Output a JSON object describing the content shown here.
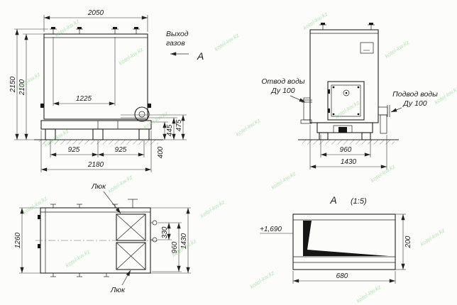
{
  "watermark": {
    "text": "kotel-kw.kz"
  },
  "front_view": {
    "dim_width_top": "2050",
    "dim_height_total": "2150",
    "dim_height_body": "2100",
    "dim_fitting_spacing": "1225",
    "dim_foot_left": "925",
    "dim_foot_right": "925",
    "dim_width_base": "2180",
    "dim_base_height": "400",
    "dim_level_mid": "445",
    "dim_level_top": "475",
    "gas_outlet_line1": "Выход",
    "gas_outlet_line2": "газов",
    "view_arrow_label": "А"
  },
  "side_view": {
    "water_outlet_line1": "Отвод воды",
    "water_outlet_line2": "Ду 100",
    "water_supply_line1": "Подвод воды",
    "water_supply_line2": "Ду 100",
    "dim_base_width": "960",
    "dim_depth": "1430"
  },
  "top_view": {
    "hatch_label_top": "Люк",
    "hatch_label_bottom": "Люк",
    "dim_width": "1260",
    "dim_stub_spacing": "330",
    "dim_inner": "960",
    "dim_depth": "1430"
  },
  "detail_view": {
    "label": "А",
    "scale": "(1:5)",
    "elevation": "+1,690",
    "dim_height": "200",
    "dim_length": "680"
  }
}
